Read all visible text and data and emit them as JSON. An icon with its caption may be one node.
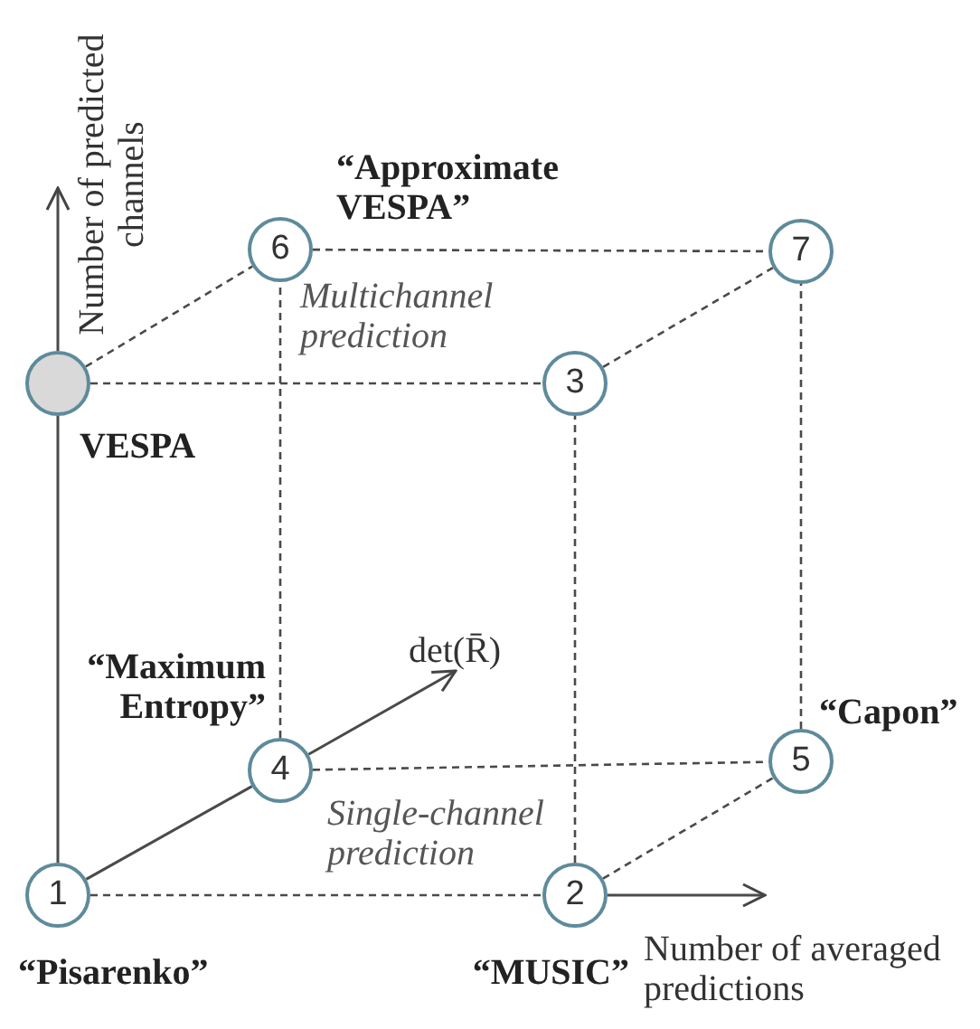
{
  "diagram": {
    "nodes": [
      {
        "text": [
          "1"
        ],
        "beside": [
          "“Pisarenko”"
        ]
      },
      {
        "text": [
          "2"
        ],
        "beside": [
          "“MUSIC”"
        ]
      },
      {
        "text": [
          "3"
        ]
      },
      {
        "text": [
          "4"
        ],
        "beside": [
          "“Maximum Entropy”"
        ]
      },
      {
        "text": [
          "5"
        ],
        "beside": [
          "“Capon”"
        ]
      },
      {
        "text": [
          "6"
        ],
        "beside": [
          "“Approximate VESPA”"
        ]
      },
      {
        "text": [
          "7"
        ]
      },
      {
        "text": [],
        "shape": "circle",
        "beside": [
          "VESPA"
        ]
      },
      {
        "text": [
          "Number of predicted channels"
        ]
      },
      {
        "text": [
          "det(R̄)"
        ]
      }
    ],
    "edges": [
      {
        "from": 0,
        "to": 1,
        "arrow": "none",
        "style": "dashed"
      },
      {
        "from": 1,
        "to": null,
        "arrow": "to"
      },
      {
        "from": 0,
        "to": 7,
        "arrow": "none"
      },
      {
        "from": 7,
        "to": 8,
        "arrow": "to"
      },
      {
        "from": 0,
        "to": 3,
        "arrow": "none"
      },
      {
        "from": 3,
        "to": 9,
        "arrow": "to"
      },
      {
        "from": 3,
        "to": 4,
        "arrow": "none",
        "style": "dashed"
      },
      {
        "from": 3,
        "to": 5,
        "arrow": "none",
        "style": "dashed"
      },
      {
        "from": 1,
        "to": 2,
        "arrow": "none",
        "style": "dashed"
      },
      {
        "from": 1,
        "to": 4,
        "arrow": "none",
        "style": "dashed"
      },
      {
        "from": 7,
        "to": 2,
        "arrow": "none",
        "style": "dashed"
      },
      {
        "from": 7,
        "to": 5,
        "arrow": "none",
        "style": "dashed"
      },
      {
        "from": 2,
        "to": 6,
        "arrow": "none",
        "style": "dashed"
      },
      {
        "from": 4,
        "to": 6,
        "arrow": "none",
        "style": "dashed"
      },
      {
        "from": 5,
        "to": 6,
        "arrow": "none",
        "style": "dashed"
      }
    ],
    "labels": [
      "Multichannel prediction",
      "Single-channel prediction",
      "Number of averaged predictions"
    ]
  }
}
